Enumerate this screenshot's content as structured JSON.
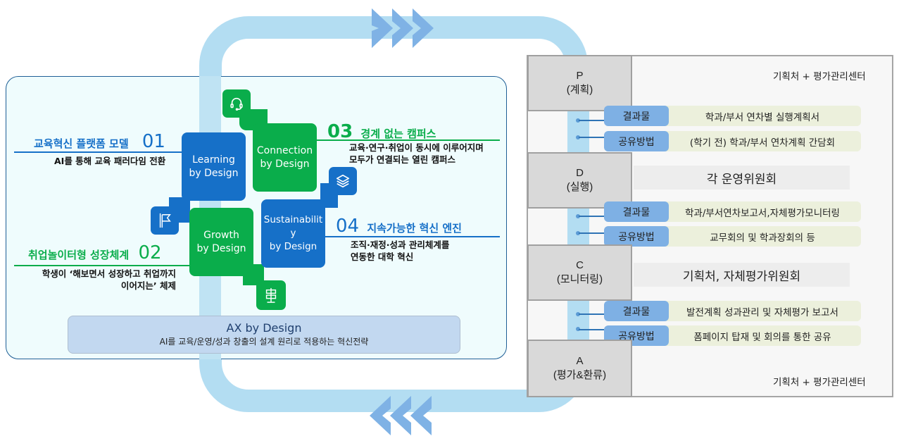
{
  "colors": {
    "loop": "#b3ddf2",
    "chevron": "#7fb2e5",
    "blue_tile": "#1670c8",
    "green_tile": "#0aad4b",
    "card_bg": "#effcfd",
    "card_border": "#1f5f96",
    "ax_bg": "#c2d8f0",
    "phase_bg": "#d9d9d9",
    "label_bg": "#7eb0e4",
    "value_bg": "#ecf0dc"
  },
  "flow_arrows": {
    "top": {
      "icon": "chevrons-right-icon",
      "direction": "right"
    },
    "bottom": {
      "icon": "chevrons-left-icon",
      "direction": "left"
    }
  },
  "strategy": {
    "tiles": [
      {
        "id": "learning",
        "line1": "Learning",
        "line2": "by Design",
        "color": "blue",
        "icon": "flag-icon"
      },
      {
        "id": "connection",
        "line1": "Connection",
        "line2": "by Design",
        "color": "green",
        "icon": "headset-icon"
      },
      {
        "id": "growth",
        "line1": "Growth",
        "line2": "by Design",
        "color": "green",
        "icon": "signpost-icon"
      },
      {
        "id": "sustainability",
        "line1": "Sustainabilit",
        "line1b": "y",
        "line2": "by Design",
        "color": "blue",
        "icon": "layers-icon"
      }
    ],
    "items": [
      {
        "number": "01",
        "title": "교육혁신 플랫폼 모델",
        "desc1": "AI를 통해 교육 패러다임 전환",
        "color": "#1670c8"
      },
      {
        "number": "02",
        "title": "취업놀이터형 성장체계",
        "desc1": "학생이 ‘해보면서 성장하고 취업까지",
        "desc2": "이어지는’ 체제",
        "color": "#0aad4b"
      },
      {
        "number": "03",
        "title": "경계 없는 캠퍼스",
        "desc1": "교육·연구·취업이 동시에 이루어지며",
        "desc2": "모두가 연결되는 열린 캠퍼스",
        "color": "#0aad4b"
      },
      {
        "number": "04",
        "title": "지속가능한 혁신 엔진",
        "desc1": "조직·재정·성과 관리체계를",
        "desc2": "연동한 대학 혁신",
        "color": "#1670c8"
      }
    ],
    "ax": {
      "title": "AX by Design",
      "subtitle": "AI를 교육/운영/성과 창출의 설계 원리로 적용하는 혁신전략"
    }
  },
  "pdca": {
    "phases": [
      {
        "letter": "P",
        "name": "(계획)",
        "org": "기획처 + 평가관리센터",
        "result_label": "결과물",
        "result": "학과/부서 연차별 실행계획서",
        "share_label": "공유방법",
        "share": "(학기 전) 학과/부서 연차계획 간담회"
      },
      {
        "letter": "D",
        "name": "(실행)",
        "org": "각 운영위원회",
        "result_label": "결과물",
        "result": "학과/부서연차보고서,자체평가모니터링",
        "share_label": "공유방법",
        "share": "교무회의 및 학과장회의 등"
      },
      {
        "letter": "C",
        "name": "(모니터링)",
        "org": "기획처, 자체평가위원회",
        "result_label": "결과물",
        "result": "발전계획 성과관리 및 자체평가 보고서",
        "share_label": "공유방법",
        "share": "폼페이지 탑재 및 회의를 통한 공유"
      },
      {
        "letter": "A",
        "name": "(평가&환류)",
        "org": "기획처 + 평가관리센터"
      }
    ]
  }
}
